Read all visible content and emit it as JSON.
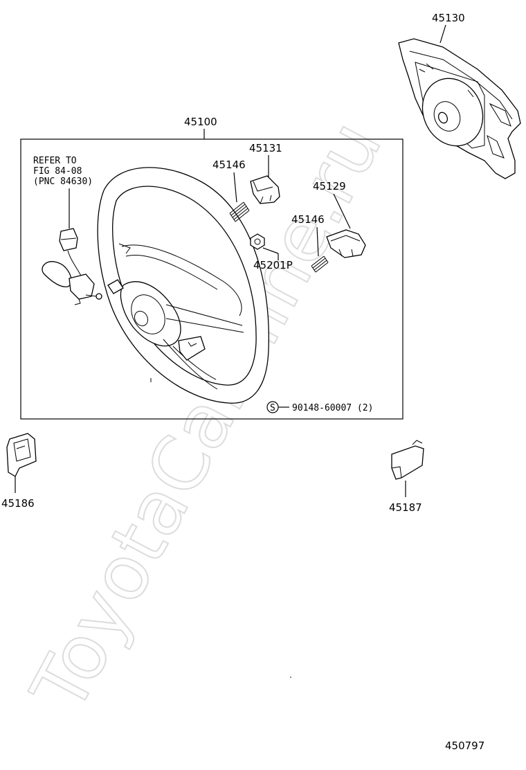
{
  "watermark": "ToyotaCarMine.ru",
  "parts": {
    "p45130": "45130",
    "p45100": "45100",
    "p45131": "45131",
    "p45146_a": "45146",
    "p45129": "45129",
    "p45146_b": "45146",
    "p45201p": "45201P",
    "p45186": "45186",
    "p45187": "45187"
  },
  "refer": {
    "line1": "REFER TO",
    "line2": "FIG 84-08",
    "line3": "(PNC 84630)"
  },
  "screw": {
    "symbol": "S",
    "part": "90148-60007 (2)"
  },
  "diagram_id": "450797"
}
